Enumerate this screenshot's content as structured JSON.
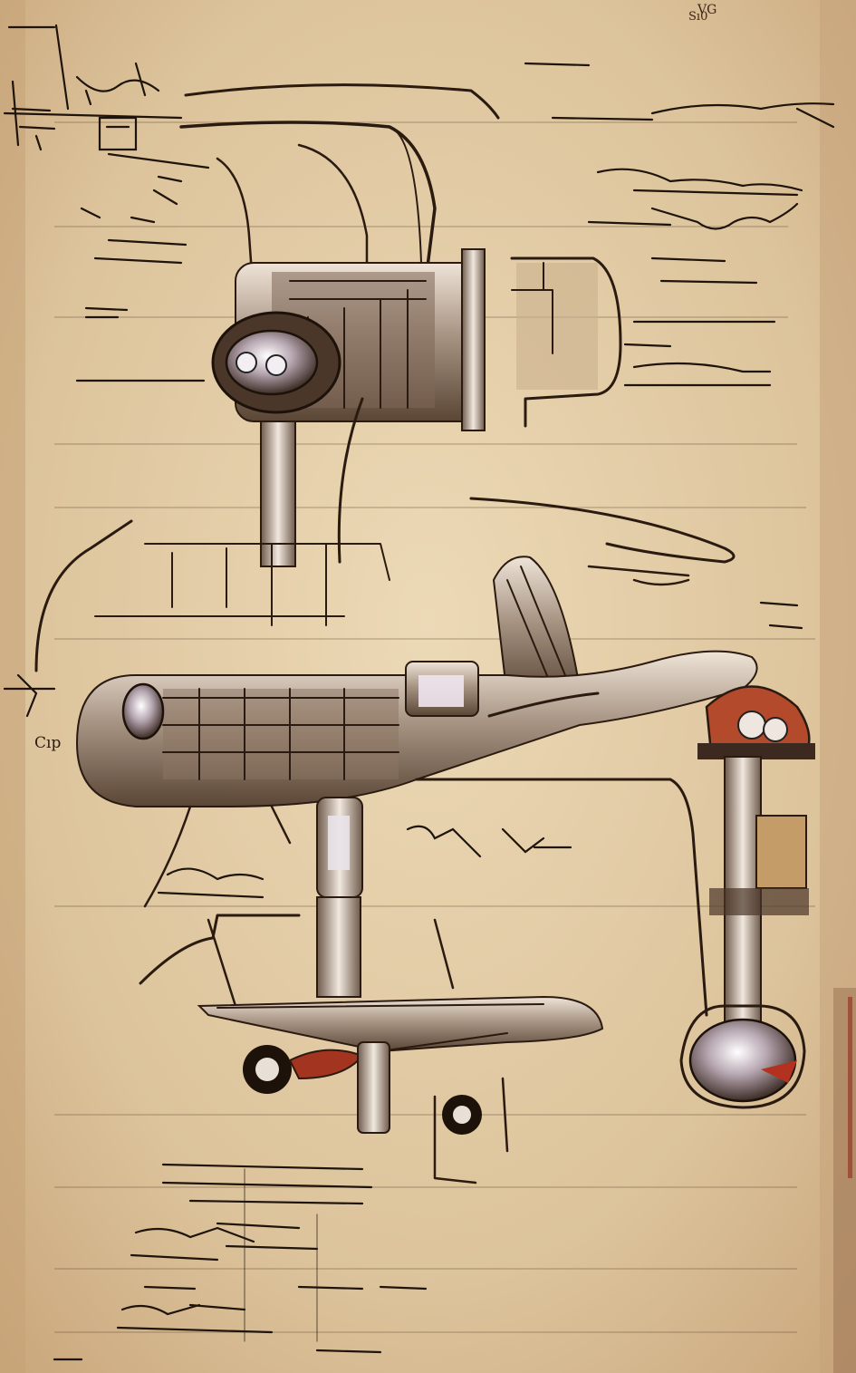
{
  "image": {
    "subject": "sketch",
    "palette": {
      "paper": "#d9bf95",
      "paper_light": "#ecd9b6",
      "ink": "#2a1a10",
      "metal_dark": "#6e5a4b",
      "metal_light": "#efe4d8",
      "accent_red": "#a3341f"
    },
    "annotations": {
      "top_right_a": "VG",
      "top_right_b": "Sı0",
      "left_margin": "Cıp"
    }
  }
}
